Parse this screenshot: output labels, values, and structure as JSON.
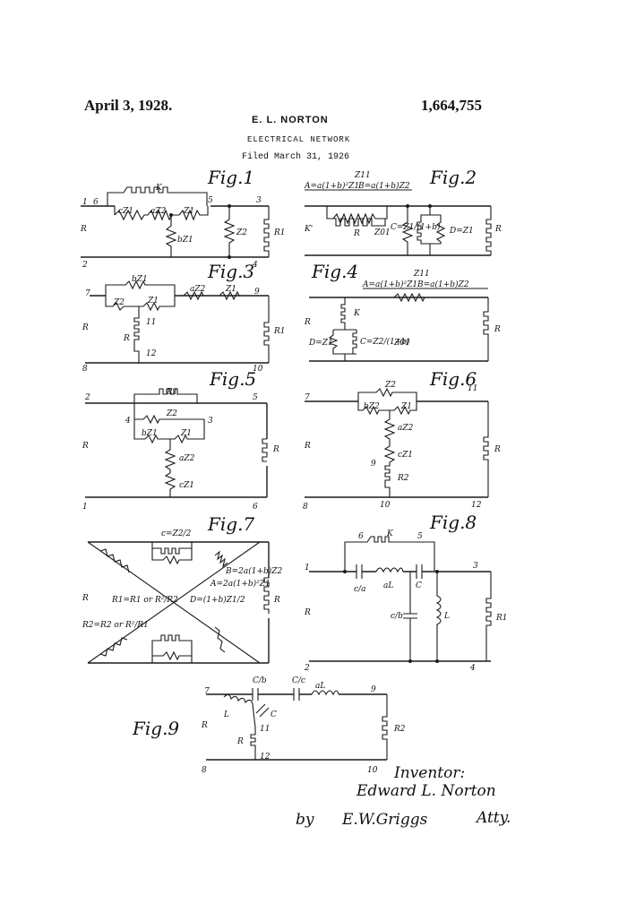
{
  "header": {
    "date": "April 3, 1928.",
    "patent_number": "1,664,755",
    "inventor_name": "E. L. NORTON",
    "subject": "ELECTRICAL NETWORK",
    "filed": "Filed March 31, 1926"
  },
  "figures": {
    "fig1": {
      "title": "Fig.1",
      "terminals": [
        "1",
        "6",
        "5",
        "3",
        "2",
        "4"
      ],
      "labels": [
        "K",
        "cZ1",
        "aZ2",
        "Z1",
        "bZ1",
        "Z2",
        "R",
        "R1"
      ]
    },
    "fig2": {
      "title": "Fig.2",
      "top": "Z11",
      "formula_a": "A=a(1+b)²Z1",
      "formula_b": "B=a(1+b)Z2",
      "labels": [
        "K'",
        "R",
        "Z01",
        "C=Z1/(1+b)",
        "D=Z1",
        "R"
      ]
    },
    "fig3": {
      "title": "Fig.3",
      "terminals": [
        "7",
        "9",
        "11",
        "12",
        "8",
        "10"
      ],
      "labels": [
        "bZ1",
        "Z2",
        "Z1",
        "aZ2",
        "Z1",
        "R",
        "R",
        "R1"
      ]
    },
    "fig4": {
      "title": "Fig.4",
      "top": "Z11",
      "formula_a": "A=a(1+b)²Z1",
      "formula_b": "B=a(1+b)Z2",
      "labels": [
        "R",
        "K",
        "D=Z1",
        "C=Z2/(1+b)",
        "Z01",
        "R"
      ]
    },
    "fig5": {
      "title": "Fig.5",
      "terminals": [
        "2",
        "5",
        "4",
        "3",
        "1",
        "6"
      ],
      "labels": [
        "R1",
        "Z2",
        "bZ1",
        "Z1",
        "aZ2",
        "cZ1",
        "R",
        "R"
      ]
    },
    "fig6": {
      "title": "Fig.6",
      "terminals": [
        "7",
        "11",
        "9",
        "10",
        "8",
        "12"
      ],
      "labels": [
        "Z2",
        "bZ2",
        "Z1",
        "aZ2",
        "cZ1",
        "R",
        "R2",
        "R"
      ]
    },
    "fig7": {
      "title": "Fig.7",
      "labels": [
        "c=Z2/2",
        "B=2a(1+b)Z2",
        "A=2a(1+b)²Z1",
        "D=(1+b)Z1/2",
        "R1=R1 or R²/R2",
        "R2=R2 or R²/R1",
        "R",
        "R"
      ]
    },
    "fig8": {
      "title": "Fig.8",
      "terminals": [
        "6",
        "5",
        "1",
        "3",
        "2",
        "4"
      ],
      "labels": [
        "K",
        "c/a",
        "aL",
        "C",
        "c/b",
        "L",
        "R1",
        "R"
      ]
    },
    "fig9": {
      "title": "Fig.9",
      "terminals": [
        "7",
        "9",
        "11",
        "12",
        "8",
        "10"
      ],
      "labels": [
        "C/b",
        "C/c",
        "aL",
        "L",
        "C",
        "R",
        "R",
        "R2"
      ]
    }
  },
  "signature": {
    "inventor_label": "Inventor:",
    "inventor_name": "Edward L. Norton",
    "by": "by",
    "attorney_sig": "E.W.Griggs",
    "atty": "Atty."
  }
}
